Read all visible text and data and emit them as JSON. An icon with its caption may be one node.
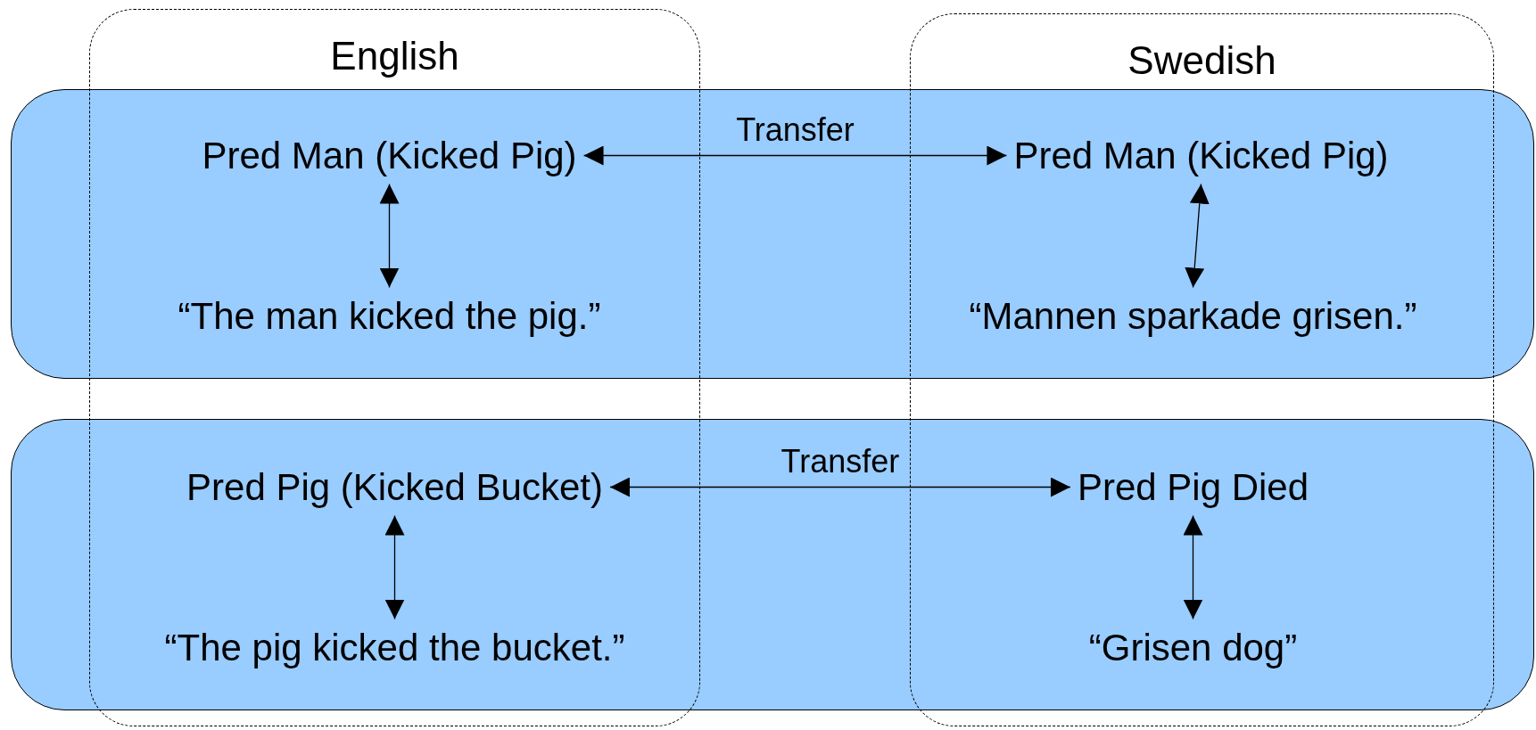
{
  "diagram": {
    "nodes": [
      {
        "text": [],
        "shape": "box"
      },
      {
        "text": [
          "Pred Man (Kicked Pig)"
        ],
        "in": 0
      },
      {
        "text": [
          "Pred Man (Kicked Pig)"
        ],
        "in": 0
      },
      {
        "text": [
          "“The man kicked the pig.”"
        ],
        "in": 0
      },
      {
        "text": [
          "“Mannen sparkade grisen.”"
        ],
        "in": 0
      },
      {
        "text": [],
        "shape": "box"
      },
      {
        "text": [
          "Pred Pig (Kicked Bucket)"
        ],
        "in": 5
      },
      {
        "text": [
          "Pred Pig Died"
        ],
        "in": 5
      },
      {
        "text": [
          "“The pig kicked the bucket.”"
        ],
        "in": 5
      },
      {
        "text": [
          "“Grisen dog”"
        ],
        "in": 5
      }
    ],
    "edges": [
      {
        "from": 1,
        "to": 2,
        "arrow": "both",
        "label": "Transfer"
      },
      {
        "from": 1,
        "to": 3,
        "arrow": "both"
      },
      {
        "from": 2,
        "to": 4,
        "arrow": "both"
      },
      {
        "from": 6,
        "to": 7,
        "arrow": "both",
        "label": "Transfer"
      },
      {
        "from": 6,
        "to": 8,
        "arrow": "both"
      },
      {
        "from": 7,
        "to": 9,
        "arrow": "both"
      }
    ],
    "labels": [
      "English",
      "Swedish"
    ]
  }
}
